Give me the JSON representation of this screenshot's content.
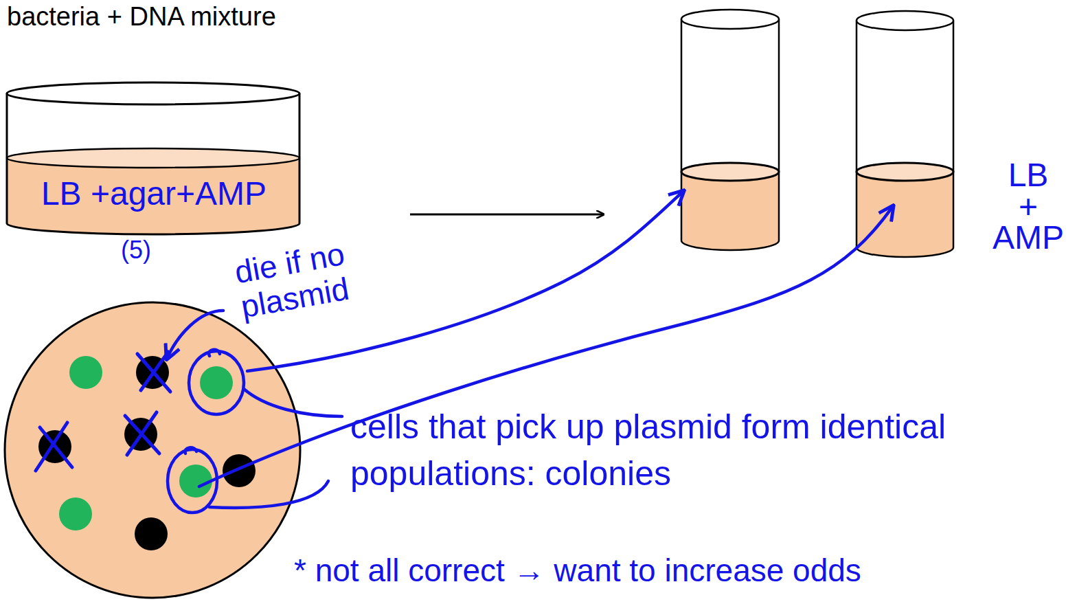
{
  "diagram": {
    "nodes": [
      {
        "text": [
          "LB +agar+AMP",
          "(5)"
        ]
      }
    ],
    "labels": [
      "bacteria + DNA mixture",
      "LB + AMP",
      "die if no plasmid",
      "cells that pick up plasmid form identical populations: colonies",
      "* not all correct → want to increase odds"
    ]
  }
}
